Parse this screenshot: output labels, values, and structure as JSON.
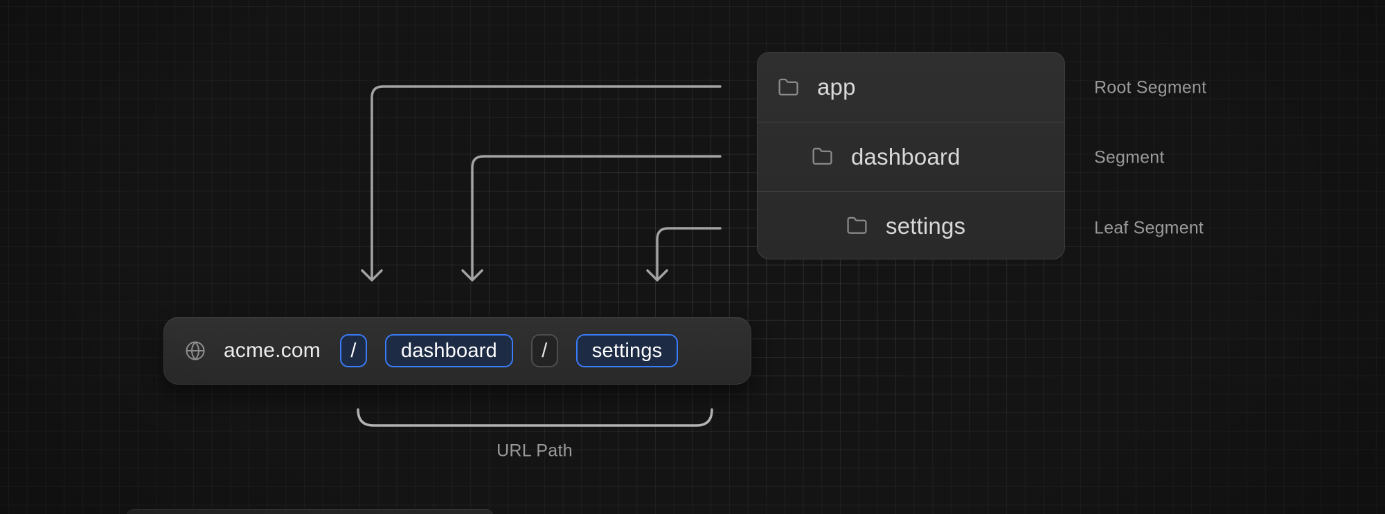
{
  "folder_tree": {
    "rows": [
      {
        "name": "app",
        "annotation": "Root Segment"
      },
      {
        "name": "dashboard",
        "annotation": "Segment"
      },
      {
        "name": "settings",
        "annotation": "Leaf Segment"
      }
    ]
  },
  "url_bar": {
    "domain": "acme.com",
    "segments": [
      {
        "text": "/",
        "style": "highlighted"
      },
      {
        "text": "dashboard",
        "style": "highlighted"
      },
      {
        "text": "/",
        "style": "muted"
      },
      {
        "text": "settings",
        "style": "highlighted"
      }
    ]
  },
  "bracket": {
    "label": "URL Path"
  },
  "icons": {
    "url_bar_icon": "globe-icon",
    "tree_row_icon": "folder-icon"
  },
  "colors": {
    "background": "#141414",
    "panel_bg": "#2c2c2c",
    "accent_blue": "#3b7cf7",
    "highlight_fill": "#1d2b45",
    "muted_border": "#4e4e4e",
    "connector_gray": "#a3a3a3",
    "label_gray": "#9a9a9a"
  }
}
